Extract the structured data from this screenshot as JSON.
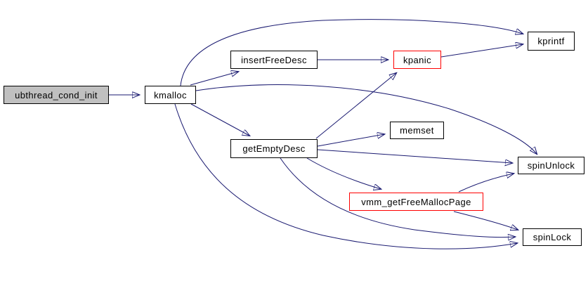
{
  "diagram": {
    "type": "call-graph",
    "background": "#ffffff",
    "colors": {
      "edge": "#191970",
      "node_border": "#000000",
      "node_fill": "#ffffff",
      "root_node_fill": "#c0c0c0",
      "highlight_border": "#ff0000",
      "text": "#000000"
    },
    "nodes": [
      {
        "id": "ubthread_cond_init",
        "label": "ubthread_cond_init",
        "role": "root"
      },
      {
        "id": "kmalloc",
        "label": "kmalloc",
        "role": "normal"
      },
      {
        "id": "insertFreeDesc",
        "label": "insertFreeDesc",
        "role": "normal"
      },
      {
        "id": "kpanic",
        "label": "kpanic",
        "role": "highlight"
      },
      {
        "id": "kprintf",
        "label": "kprintf",
        "role": "normal"
      },
      {
        "id": "getEmptyDesc",
        "label": "getEmptyDesc",
        "role": "normal"
      },
      {
        "id": "memset",
        "label": "memset",
        "role": "normal"
      },
      {
        "id": "spinUnlock",
        "label": "spinUnlock",
        "role": "normal"
      },
      {
        "id": "vmm_getFreeMallocPage",
        "label": "vmm_getFreeMallocPage",
        "role": "highlight"
      },
      {
        "id": "spinLock",
        "label": "spinLock",
        "role": "normal"
      }
    ],
    "edges": [
      {
        "from": "ubthread_cond_init",
        "to": "kmalloc"
      },
      {
        "from": "kmalloc",
        "to": "insertFreeDesc"
      },
      {
        "from": "kmalloc",
        "to": "kprintf"
      },
      {
        "from": "kmalloc",
        "to": "getEmptyDesc"
      },
      {
        "from": "kmalloc",
        "to": "spinUnlock"
      },
      {
        "from": "kmalloc",
        "to": "spinLock"
      },
      {
        "from": "insertFreeDesc",
        "to": "kpanic"
      },
      {
        "from": "kpanic",
        "to": "kprintf"
      },
      {
        "from": "getEmptyDesc",
        "to": "kpanic"
      },
      {
        "from": "getEmptyDesc",
        "to": "memset"
      },
      {
        "from": "getEmptyDesc",
        "to": "spinUnlock"
      },
      {
        "from": "getEmptyDesc",
        "to": "vmm_getFreeMallocPage"
      },
      {
        "from": "getEmptyDesc",
        "to": "spinLock"
      },
      {
        "from": "vmm_getFreeMallocPage",
        "to": "spinUnlock"
      },
      {
        "from": "vmm_getFreeMallocPage",
        "to": "spinLock"
      }
    ]
  }
}
